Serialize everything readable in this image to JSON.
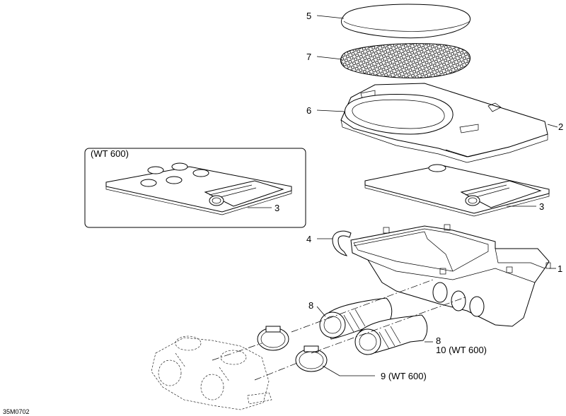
{
  "diagram": {
    "reference_code": "35M0702",
    "inset_title": "(WT 600)",
    "callouts": [
      {
        "id": "c5",
        "text": "5"
      },
      {
        "id": "c7",
        "text": "7"
      },
      {
        "id": "c6",
        "text": "6"
      },
      {
        "id": "c2",
        "text": "2"
      },
      {
        "id": "c3-inset",
        "text": "3"
      },
      {
        "id": "c3",
        "text": "3"
      },
      {
        "id": "c4",
        "text": "4"
      },
      {
        "id": "c1",
        "text": "1"
      },
      {
        "id": "c8a",
        "text": "8"
      },
      {
        "id": "c8b",
        "text": "8"
      },
      {
        "id": "c10",
        "text": "10 (WT 600)"
      },
      {
        "id": "c9",
        "text": "9 (WT 600)"
      }
    ]
  }
}
